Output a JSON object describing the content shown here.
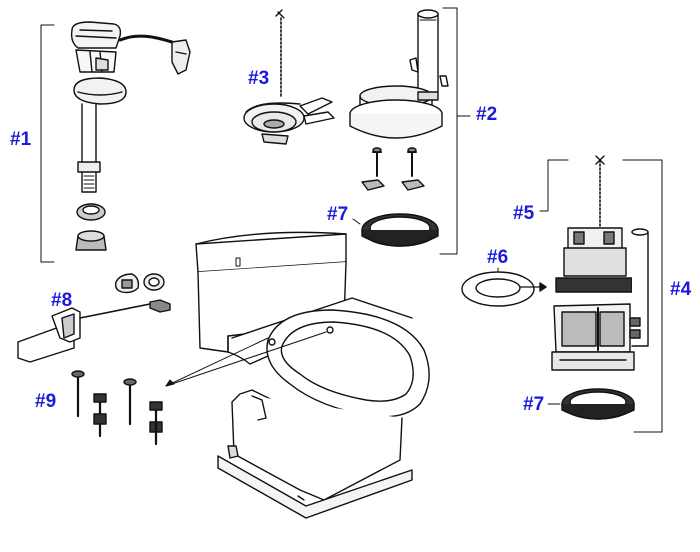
{
  "diagram": {
    "callouts": {
      "part1": "#1",
      "part2": "#2",
      "part3": "#3",
      "part4": "#4",
      "part5": "#5",
      "part6": "#6",
      "part7_upper": "#7",
      "part7_lower": "#7",
      "part8": "#8",
      "part9": "#9"
    },
    "colors": {
      "callout_text": "#1a1adc",
      "line_art": "#111111",
      "background": "#ffffff"
    }
  }
}
